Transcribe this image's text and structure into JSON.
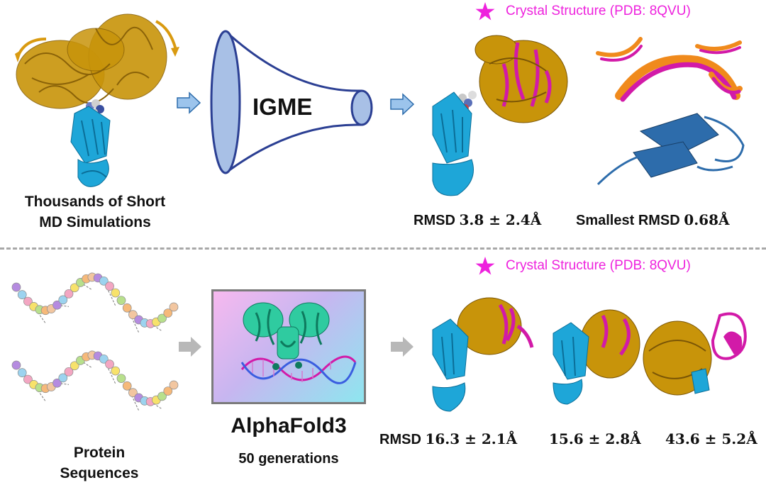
{
  "top": {
    "md_label_line1": "Thousands of Short",
    "md_label_line2": "MD Simulations",
    "funnel_label": "IGME",
    "crystal_label": "Crystal Structure (PDB: 8QVU)",
    "rmsd_label": "RMSD",
    "rmsd_value": "3.8 ± 2.4Å",
    "smallest_label": "Smallest RMSD",
    "smallest_value": "0.68Å"
  },
  "bottom": {
    "seq_label_line1": "Protein",
    "seq_label_line2": "Sequences",
    "af_title": "AlphaFold3",
    "af_subtitle": "50 generations",
    "crystal_label": "Crystal Structure (PDB: 8QVU)",
    "rmsd_label": "RMSD",
    "rmsd1": "16.3 ± 2.1Å",
    "rmsd2": "15.6 ± 2.8Å",
    "rmsd3": "43.6 ± 5.2Å"
  },
  "colors": {
    "gold": "#c8940a",
    "cyan": "#1ea6d8",
    "magenta": "#d21aa8",
    "orange": "#f08a1c",
    "steel_blue": "#2d6cab",
    "arrow_blue": "#9cc4ec",
    "arrow_gray": "#b8b8b8",
    "crystal_text": "#ee22dd"
  }
}
